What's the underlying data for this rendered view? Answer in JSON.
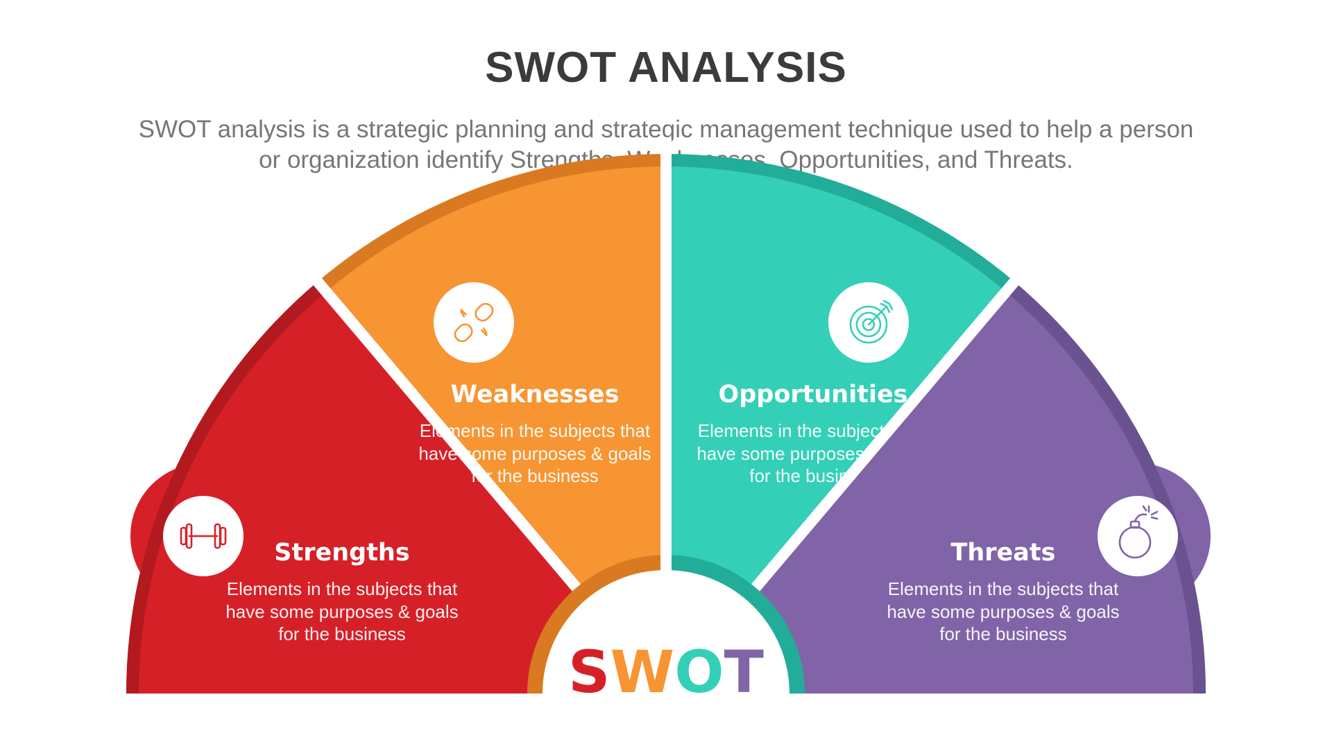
{
  "header": {
    "title": "SWOT ANALYSIS",
    "subtitle_line1": "SWOT analysis is a strategic planning and strategic management technique used to help a person",
    "subtitle_line2": "or organization identify Strengths, Weaknesses, Opportunities, and Threats."
  },
  "segments": [
    {
      "title": "Strengths",
      "desc_line1": "Elements in the subjects that",
      "desc_line2": "have  some purposes & goals",
      "desc_line3": "for the  business",
      "icon": "dumbbell-icon",
      "color": "#d62027",
      "shade": "#b31a20"
    },
    {
      "title": "Weaknesses",
      "desc_line1": "Elements in the subjects that",
      "desc_line2": "have  some purposes & goals",
      "desc_line3": "for the  business",
      "icon": "broken-chain-icon",
      "color": "#f79533",
      "shade": "#d97a22"
    },
    {
      "title": "Opportunities",
      "desc_line1": "Elements in the subjects that",
      "desc_line2": "have  some purposes & goals",
      "desc_line3": "for the  business",
      "icon": "target-icon",
      "color": "#34cfb7",
      "shade": "#22ad98"
    },
    {
      "title": "Threats",
      "desc_line1": "Elements in the subjects that",
      "desc_line2": "have  some purposes & goals",
      "desc_line3": "for the  business",
      "icon": "bomb-icon",
      "color": "#8064a7",
      "shade": "#6a5290"
    }
  ],
  "center_word": {
    "letters": [
      "S",
      "W",
      "O",
      "T"
    ],
    "colors": [
      "#d62027",
      "#f79533",
      "#34cfb7",
      "#8064a7"
    ]
  }
}
